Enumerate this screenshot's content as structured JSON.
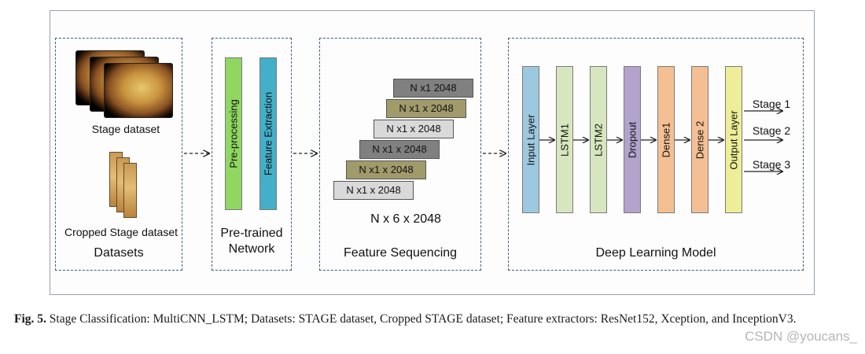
{
  "datasets": {
    "stage_label": "Stage dataset",
    "cropped_label": "Cropped Stage dataset",
    "title": "Datasets"
  },
  "pretrained": {
    "bar1": "Pre-processing",
    "bar2": "Feature Extraction",
    "title_line1": "Pre-trained",
    "title_line2": "Network",
    "colors": {
      "bar1": "#8fd760",
      "bar2": "#44afc9"
    }
  },
  "sequencing": {
    "rows": [
      "N x1  2048",
      "N x1 x 2048",
      "N x1 x 2048",
      "N x1 x 2048",
      "N x1 x 2048",
      "N x1 x 2048"
    ],
    "row_colors": [
      "#808080",
      "#a19b6c",
      "#d9d9d9",
      "#808080",
      "#a19b6c",
      "#d9d9d9"
    ],
    "shape": "N x 6 x 2048",
    "title": "Feature Sequencing"
  },
  "model": {
    "layers": [
      {
        "label": "Input Layer",
        "color": "#9dc9e0"
      },
      {
        "label": "LSTM1",
        "color": "#d8e6bf"
      },
      {
        "label": "LSTM2",
        "color": "#d8e6bf"
      },
      {
        "label": "Dropout",
        "color": "#b3a2cc"
      },
      {
        "label": "Dense1",
        "color": "#f5bf94"
      },
      {
        "label": "Dense 2",
        "color": "#f5bf94"
      },
      {
        "label": "Output Layer",
        "color": "#eeee98"
      }
    ],
    "outputs": [
      "Stage 1",
      "Stage 2",
      "Stage 3"
    ],
    "title": "Deep Learning Model"
  },
  "caption": {
    "fig": "Fig. 5.",
    "text": "Stage Classification: MultiCNN_LSTM; Datasets: STAGE dataset, Cropped STAGE dataset; Feature extractors: ResNet152, Xception, and InceptionV3."
  },
  "watermark": "CSDN @youcans_"
}
